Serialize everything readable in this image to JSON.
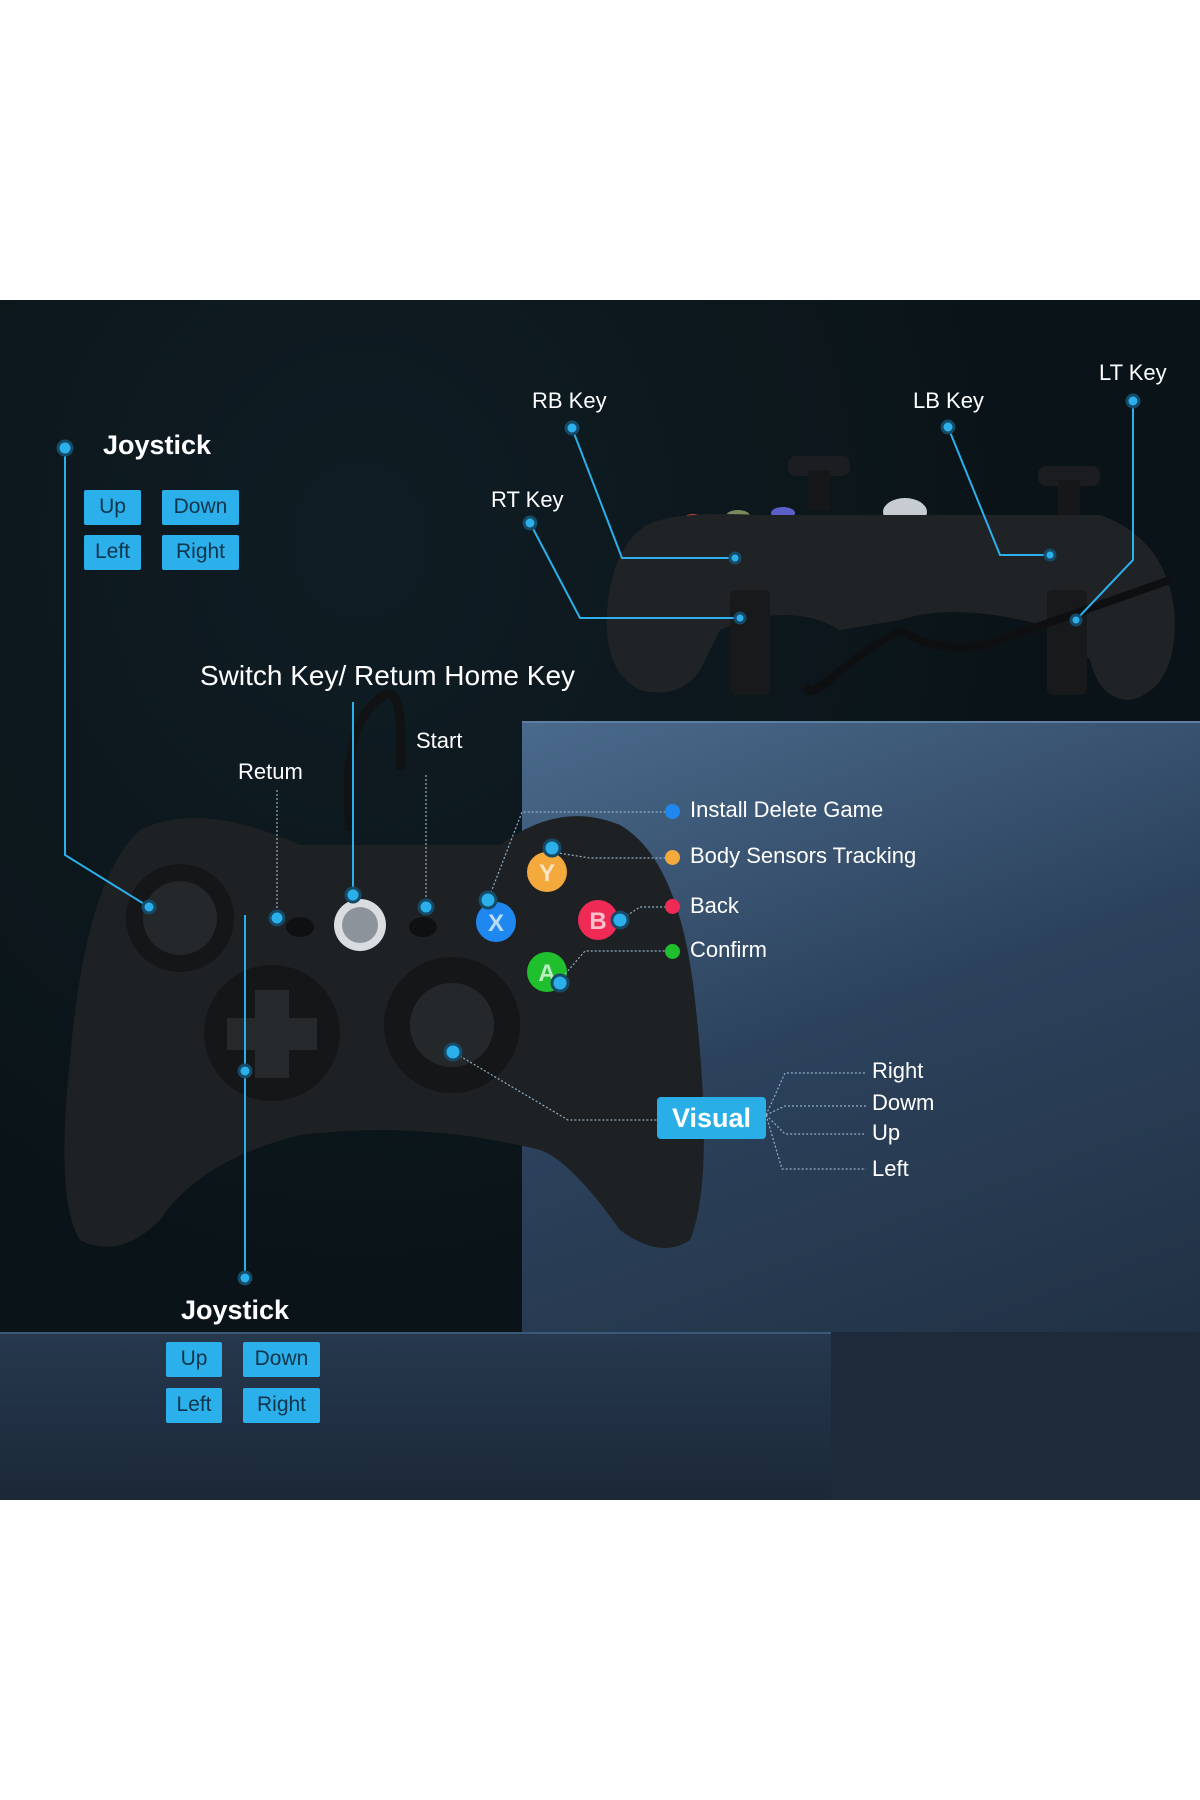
{
  "top_joystick": {
    "title": "Joystick",
    "keys": [
      "Up",
      "Down",
      "Left",
      "Right"
    ]
  },
  "bottom_joystick": {
    "title": "Joystick",
    "keys": [
      "Up",
      "Down",
      "Left",
      "Right"
    ]
  },
  "shoulder_keys": {
    "rb": "RB Key",
    "lb": "LB Key",
    "lt": "LT Key",
    "rt": "RT Key"
  },
  "center_keys": {
    "switch": "Switch Key/ Retum Home Key",
    "start": "Start",
    "return": "Retum"
  },
  "face_buttons": [
    {
      "label": "Install Delete Game",
      "color": "#1e88f0",
      "glyph": "X"
    },
    {
      "label": "Body Sensors Tracking",
      "color": "#f4a93c",
      "glyph": "Y"
    },
    {
      "label": "Back",
      "color": "#ef2b55",
      "glyph": "B"
    },
    {
      "label": "Confirm",
      "color": "#1fbf2e",
      "glyph": "A"
    }
  ],
  "visual": {
    "title": "Visual",
    "directions": [
      "Right",
      "Dowm",
      "Up",
      "Left"
    ]
  },
  "accent": "#2bb0ec"
}
